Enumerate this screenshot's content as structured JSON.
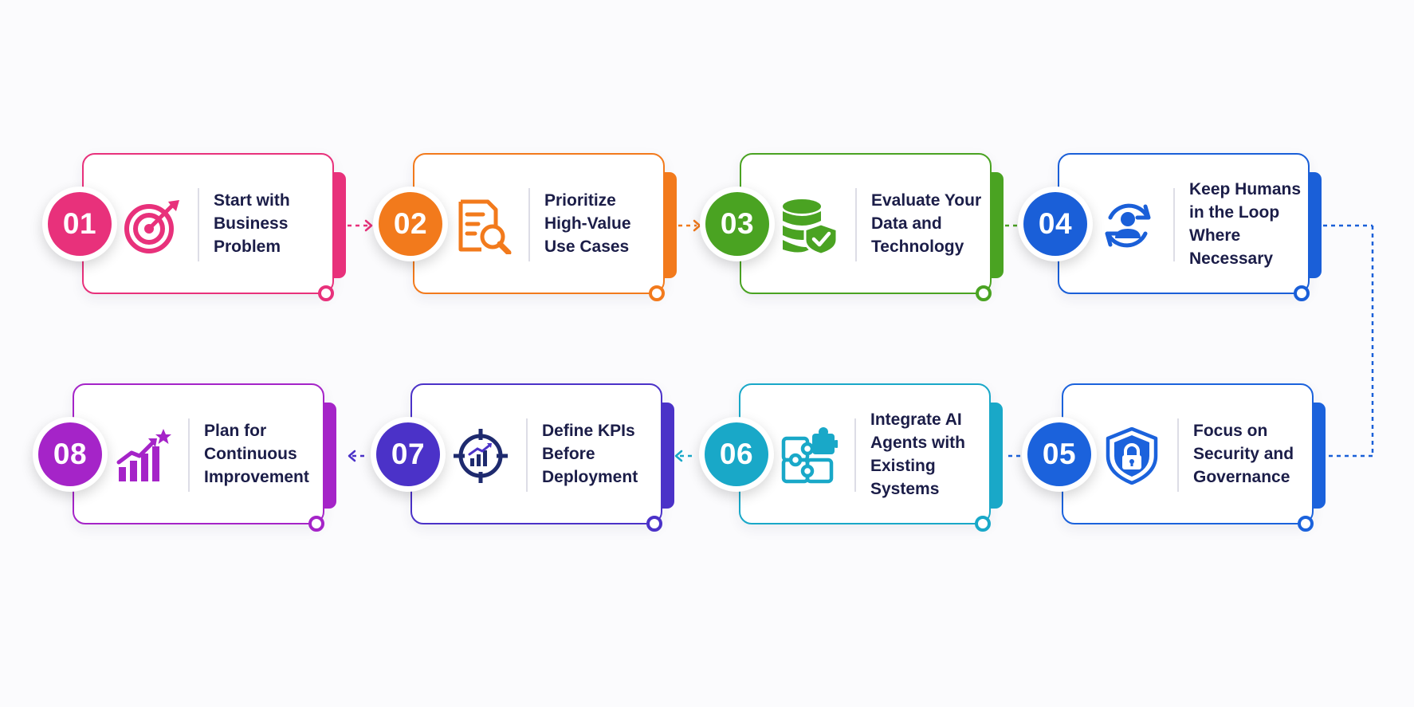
{
  "steps": [
    {
      "num": "01",
      "lines": [
        "Start with",
        "Business",
        "Problem"
      ],
      "color": "#e8317b",
      "icon": "target-icon"
    },
    {
      "num": "02",
      "lines": [
        "Prioritize",
        "High-Value",
        "Use Cases"
      ],
      "color": "#f27a1c",
      "icon": "document-search-icon"
    },
    {
      "num": "03",
      "lines": [
        "Evaluate Your",
        "Data and",
        "Technology"
      ],
      "color": "#4aa322",
      "icon": "database-shield-icon"
    },
    {
      "num": "04",
      "lines": [
        "Keep Humans",
        "in the Loop",
        "Where",
        "Necessary"
      ],
      "color": "#1a5fd8",
      "icon": "human-loop-icon"
    },
    {
      "num": "05",
      "lines": [
        "Focus on",
        "Security and",
        "Governance"
      ],
      "color": "#1b62dc",
      "icon": "shield-lock-icon"
    },
    {
      "num": "06",
      "lines": [
        "Integrate AI",
        "Agents with",
        "Existing",
        "Systems"
      ],
      "color": "#19a8c8",
      "icon": "puzzle-icon"
    },
    {
      "num": "07",
      "lines": [
        "Define KPIs",
        "Before",
        "Deployment"
      ],
      "color": "#4b32c8",
      "icon": "kpi-crosshair-icon"
    },
    {
      "num": "08",
      "lines": [
        "Plan for",
        "Continuous",
        "Improvement"
      ],
      "color": "#a524c8",
      "icon": "growth-chart-icon"
    }
  ],
  "colors": {
    "ink": "#1b1d48",
    "kpi_icon": "#1e2a6e",
    "background": "#fbfbfd"
  }
}
